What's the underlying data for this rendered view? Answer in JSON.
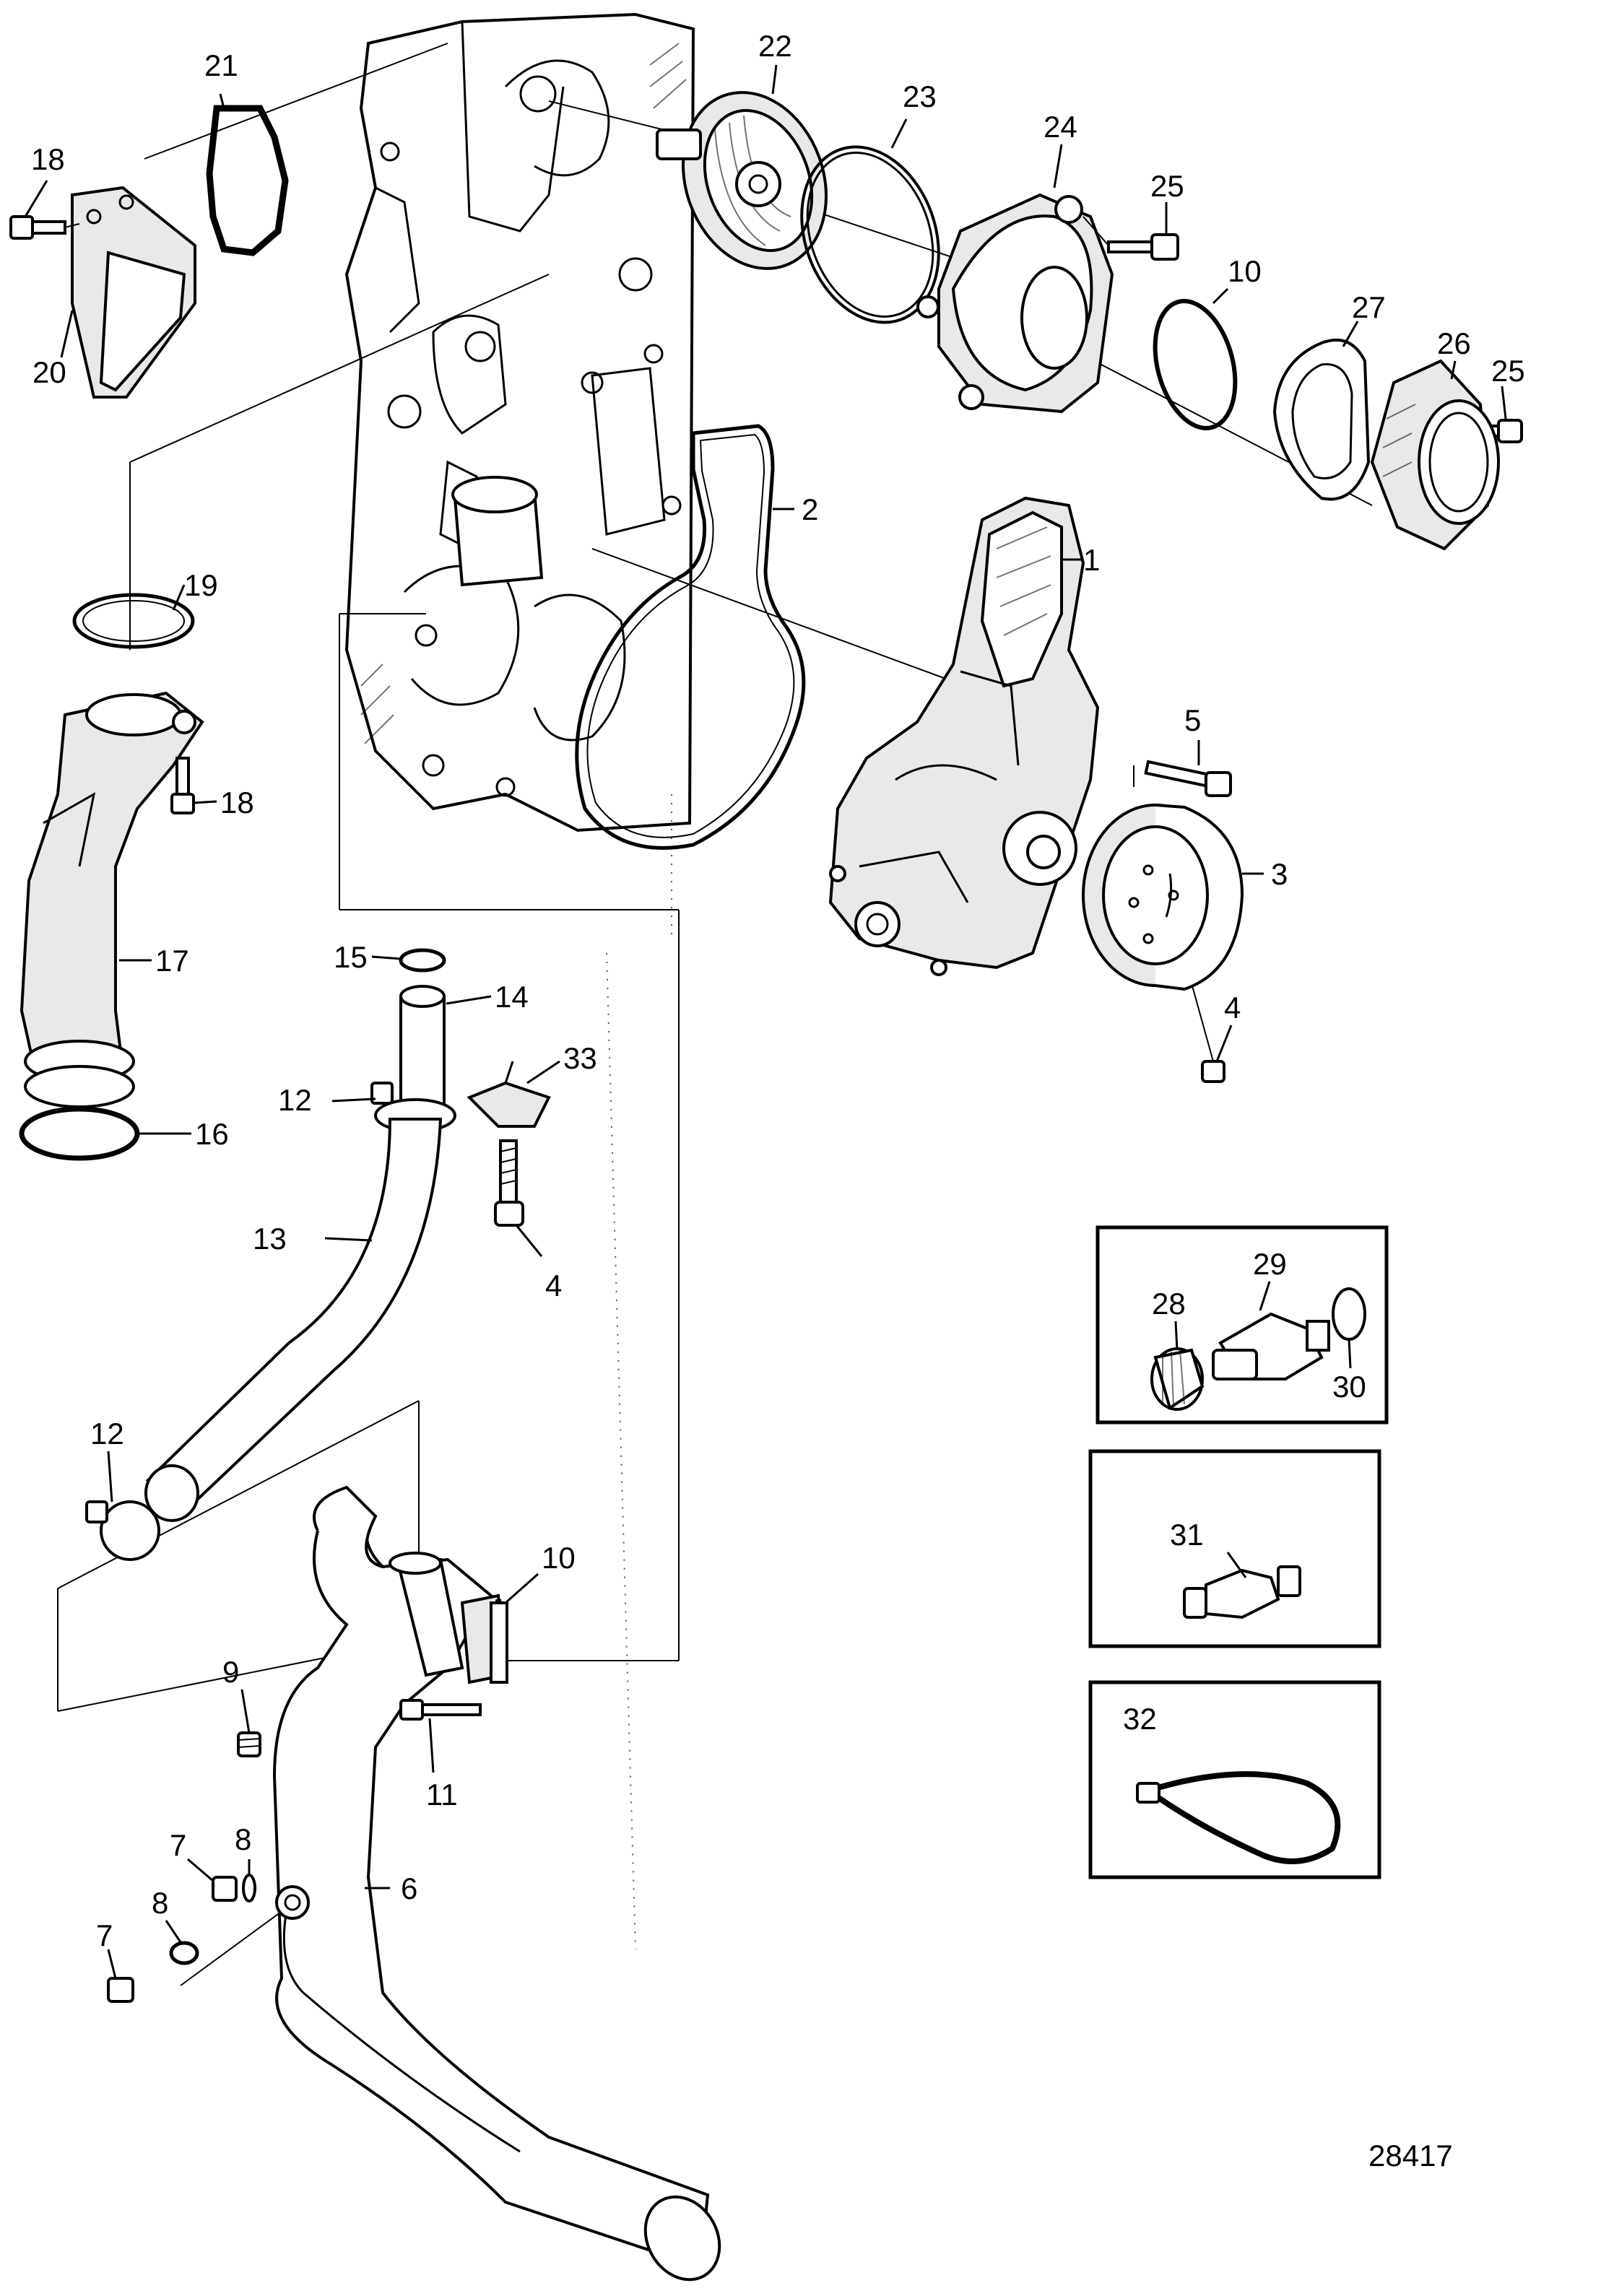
{
  "callouts": [
    {
      "id": "c21a",
      "text": "21"
    },
    {
      "id": "c22",
      "text": "22"
    },
    {
      "id": "c23",
      "text": "23"
    },
    {
      "id": "c24",
      "text": "24"
    },
    {
      "id": "c25a",
      "text": "25"
    },
    {
      "id": "c18a",
      "text": "18"
    },
    {
      "id": "c10a",
      "text": "10"
    },
    {
      "id": "c27",
      "text": "27"
    },
    {
      "id": "c26",
      "text": "26"
    },
    {
      "id": "c25b",
      "text": "25"
    },
    {
      "id": "c20",
      "text": "20"
    },
    {
      "id": "c2",
      "text": "2"
    },
    {
      "id": "c1",
      "text": "1"
    },
    {
      "id": "c19",
      "text": "19"
    },
    {
      "id": "c5",
      "text": "5"
    },
    {
      "id": "c18b",
      "text": "18"
    },
    {
      "id": "c3",
      "text": "3"
    },
    {
      "id": "c15",
      "text": "15"
    },
    {
      "id": "c17",
      "text": "17"
    },
    {
      "id": "c14",
      "text": "14"
    },
    {
      "id": "c4a",
      "text": "4"
    },
    {
      "id": "c33",
      "text": "33"
    },
    {
      "id": "c12a",
      "text": "12"
    },
    {
      "id": "c16",
      "text": "16"
    },
    {
      "id": "c13",
      "text": "13"
    },
    {
      "id": "c4b",
      "text": "4"
    },
    {
      "id": "c29",
      "text": "29"
    },
    {
      "id": "c28",
      "text": "28"
    },
    {
      "id": "c30",
      "text": "30"
    },
    {
      "id": "c12b",
      "text": "12"
    },
    {
      "id": "c31",
      "text": "31"
    },
    {
      "id": "c10b",
      "text": "10"
    },
    {
      "id": "c9",
      "text": "9"
    },
    {
      "id": "c11",
      "text": "11"
    },
    {
      "id": "c32",
      "text": "32"
    },
    {
      "id": "c7a",
      "text": "7"
    },
    {
      "id": "c8a",
      "text": "8"
    },
    {
      "id": "c6",
      "text": "6"
    },
    {
      "id": "c8b",
      "text": "8"
    },
    {
      "id": "c7b",
      "text": "7"
    }
  ],
  "figure_number": "28417"
}
